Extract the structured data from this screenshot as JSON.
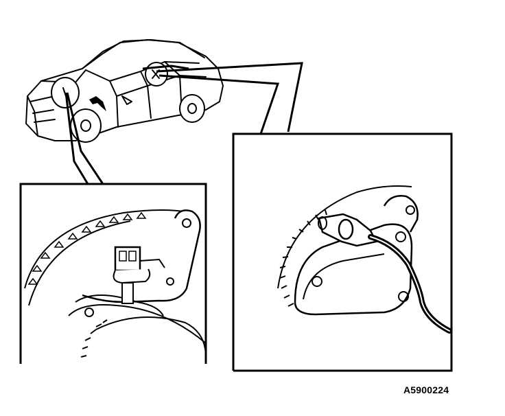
{
  "figure": {
    "reference_code": "A5900224",
    "line_color": "#000000",
    "background_color": "#ffffff",
    "icons": {
      "car": "car-icon",
      "front_sensor_detail": "front-abs-wheel-sensor-detail",
      "rear_sensor_detail": "rear-abs-wheel-sensor-detail"
    }
  }
}
